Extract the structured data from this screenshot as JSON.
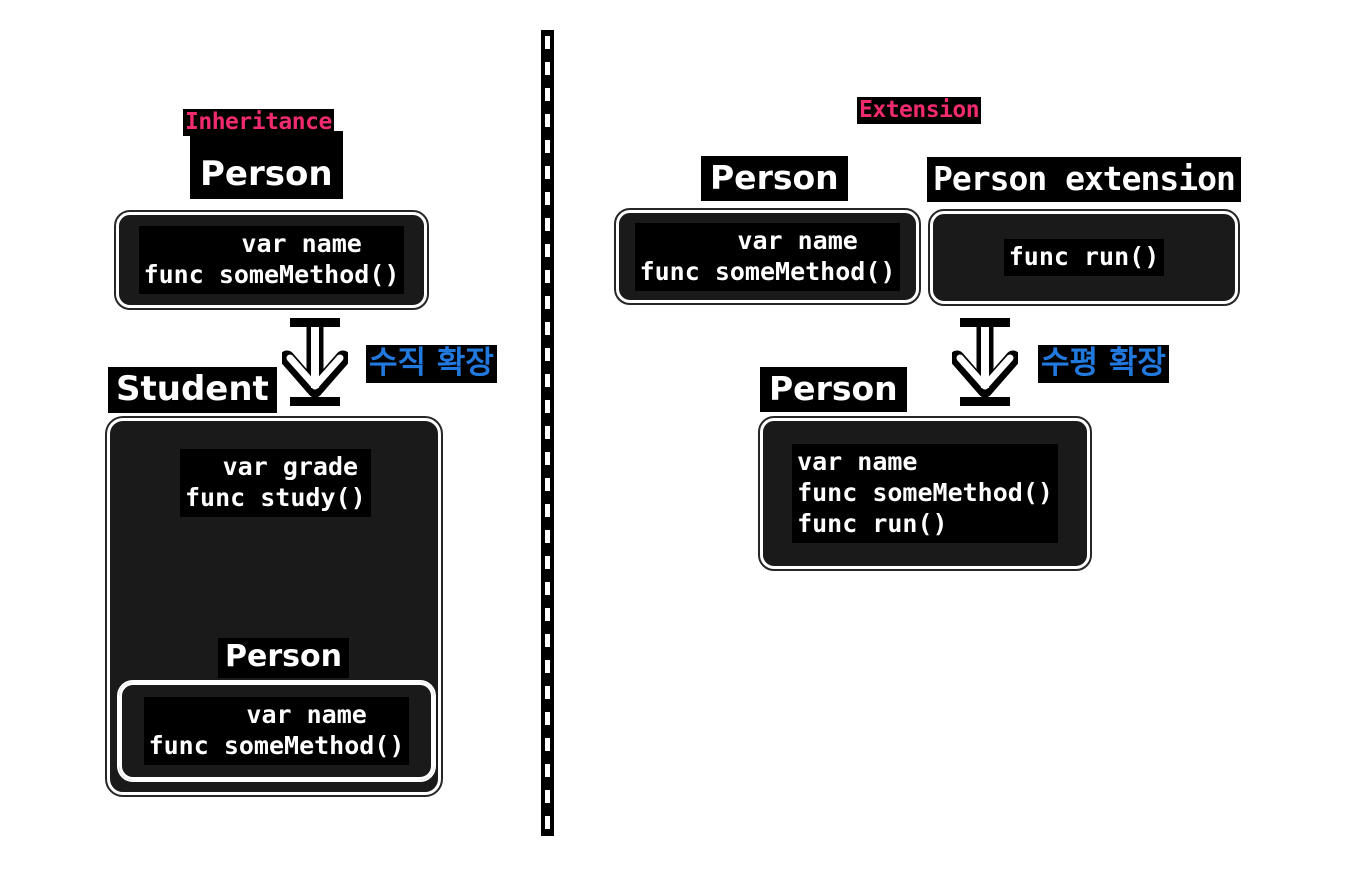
{
  "diagram": {
    "left_panel": {
      "title": "Inheritance",
      "title_color": "#ef2a6f",
      "base_class": {
        "name": "Person",
        "members": "    var name\nfunc someMethod()"
      },
      "arrow": {
        "icon": "arrow-down-icon",
        "label": "수직 확장",
        "label_color": "#2179dd"
      },
      "derived_class": {
        "name": "Student",
        "own_members": "  var grade\nfunc study()",
        "inherited_section_label": "Person",
        "inherited_members": "    var name\nfunc someMethod()"
      }
    },
    "right_panel": {
      "title": "Extension",
      "title_color": "#ef2a6f",
      "base_class": {
        "name": "Person",
        "members": "    var name\nfunc someMethod()"
      },
      "extension_class": {
        "name": "Person extension",
        "members": "func run()"
      },
      "arrow": {
        "icon": "arrow-down-icon",
        "label": "수평 확장",
        "label_color": "#2179dd"
      },
      "result_class": {
        "name": "Person",
        "members": "var name\nfunc someMethod()\nfunc run()"
      }
    },
    "divider": {
      "icon": "vertical-dashed-divider",
      "color": "#000000"
    },
    "theme": {
      "background": "#ffffff",
      "card_fill": "#1a1a1a",
      "card_border": "#ffffff",
      "code_bg": "#000000",
      "code_fg": "#ffffff"
    }
  }
}
